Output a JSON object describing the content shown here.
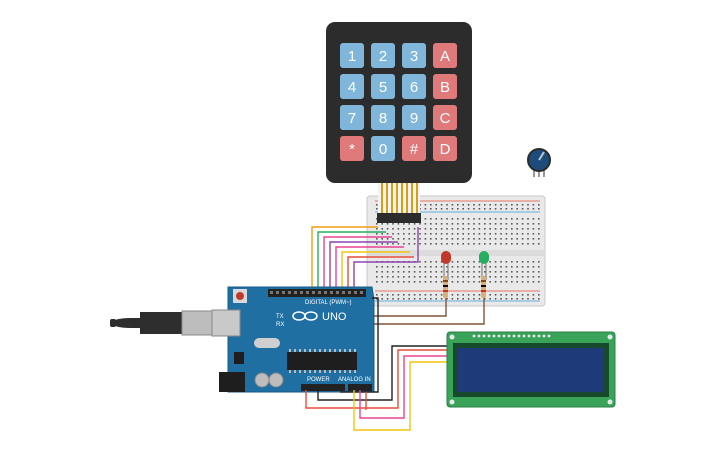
{
  "keypad": {
    "keys": [
      {
        "label": "1",
        "type": "digit"
      },
      {
        "label": "2",
        "type": "digit"
      },
      {
        "label": "3",
        "type": "digit"
      },
      {
        "label": "A",
        "type": "letter"
      },
      {
        "label": "4",
        "type": "digit"
      },
      {
        "label": "5",
        "type": "digit"
      },
      {
        "label": "6",
        "type": "digit"
      },
      {
        "label": "B",
        "type": "letter"
      },
      {
        "label": "7",
        "type": "digit"
      },
      {
        "label": "8",
        "type": "digit"
      },
      {
        "label": "9",
        "type": "digit"
      },
      {
        "label": "C",
        "type": "letter"
      },
      {
        "label": "*",
        "type": "letter"
      },
      {
        "label": "0",
        "type": "digit"
      },
      {
        "label": "#",
        "type": "letter"
      },
      {
        "label": "D",
        "type": "letter"
      }
    ],
    "colors": {
      "digit": "#7fb6d9",
      "letter": "#e07a7a",
      "body": "#2c2c2c"
    }
  },
  "arduino": {
    "model_text": "UNO",
    "digital_label": "DIGITAL (PWM~)",
    "power_label": "POWER",
    "analog_label": "ANALOG IN",
    "tx_label": "TX",
    "rx_label": "RX",
    "board_color": "#1f6fa3"
  },
  "leds": [
    {
      "name": "red-led",
      "color": "#c0392b"
    },
    {
      "name": "green-led",
      "color": "#27ae60"
    }
  ],
  "lcd": {
    "board_color": "#3aa35a",
    "screen_color": "#1f3a78"
  },
  "wire_colors": [
    "#f39c12",
    "#27ae60",
    "#e84393",
    "#8e44ad",
    "#e74c3c",
    "#f1c40f",
    "#7f5539",
    "#222222"
  ]
}
